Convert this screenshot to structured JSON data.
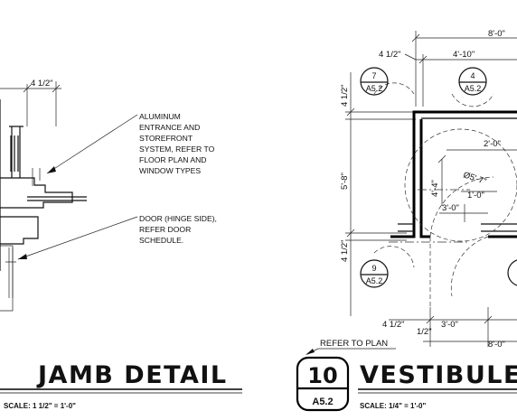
{
  "jamb_detail": {
    "dimension_top": "4 1/2\"",
    "note_storefront": [
      "ALUMINUM",
      "ENTRANCE AND",
      "STOREFRONT",
      "SYSTEM, REFER TO",
      "FLOOR PLAN AND",
      "WINDOW TYPES"
    ],
    "note_door": [
      "DOOR (HINGE SIDE),",
      "REFER DOOR",
      "SCHEDULE."
    ],
    "title": "JAMB DETAIL",
    "scale": "SCALE: 1 1/2\" = 1'-0\""
  },
  "vestibule": {
    "dim_overall_top": "8'-0\"",
    "dim_inner_top": "4'-10\"",
    "dim_left_top": "4 1/2\"",
    "dim_vert_top": "4 1/2\"",
    "dim_vert_mid": "5'-8\"",
    "dim_vert_bottom": "4 1/2\"",
    "dim_door_width": "2'-0\"",
    "dim_turning_circle": "Ø5'-7\"",
    "dim_door_depth": "4'-4\"",
    "dim_clearance": "1'-0\"",
    "dim_opening": "3'-0\"",
    "dim_bottom_small": "4 1/2\"",
    "dim_bottom_half": "1/2\"",
    "dim_bottom_opening": "3'-0\"",
    "dim_bottom_overall": "8'-0\"",
    "refer_note": "REFER TO PLAN",
    "tags": [
      {
        "number": "7",
        "sheet": "A5.2"
      },
      {
        "number": "4",
        "sheet": "A5.2"
      },
      {
        "number": "9",
        "sheet": "A5.2"
      }
    ],
    "title_bubble": {
      "number": "10",
      "sheet": "A5.2"
    },
    "title": "VESTIBULE",
    "scale": "SCALE: 1/4\" = 1'-0\""
  }
}
